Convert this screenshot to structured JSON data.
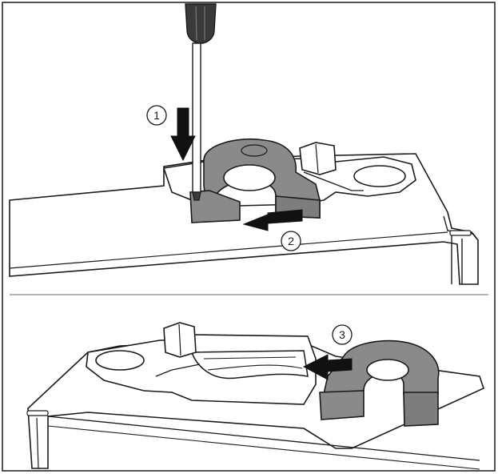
{
  "steps": [
    {
      "label": "1"
    },
    {
      "label": "2"
    },
    {
      "label": "3"
    }
  ],
  "colors": {
    "outline": "#1a1a1a",
    "fill_white": "#ffffff",
    "clip_gray": "#8a8a8a",
    "clip_dark": "#6f6f6f",
    "arrow": "#111111",
    "divider": "#9a9a9a",
    "handle": "#3a3a3a"
  }
}
